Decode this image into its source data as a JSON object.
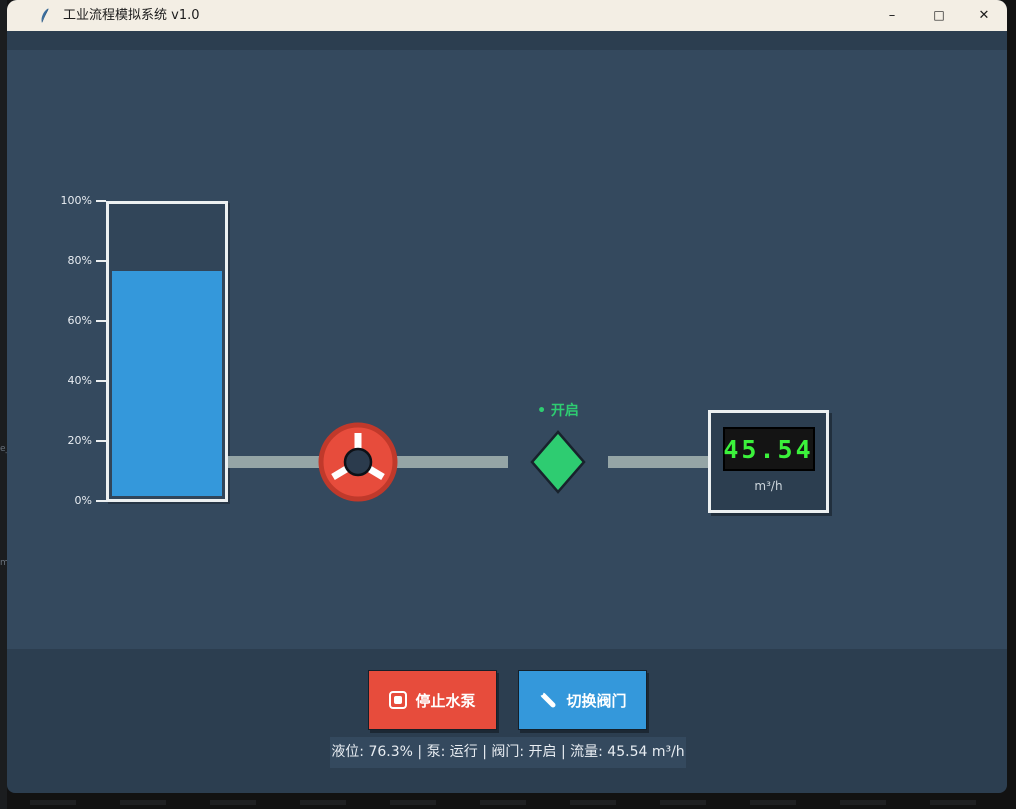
{
  "window": {
    "title": "工业流程模拟系统 v1.0",
    "controls": {
      "minimize": "–",
      "maximize": "□",
      "close": "✕"
    }
  },
  "tank": {
    "level_percent": 76.3,
    "scale_labels": [
      "100%",
      "80%",
      "60%",
      "40%",
      "20%",
      "0%"
    ]
  },
  "valve": {
    "status_label": "• 开启"
  },
  "flow_meter": {
    "value": "45.54",
    "unit": "m³/h"
  },
  "controls_panel": {
    "stop_pump_label": "停止水泵",
    "toggle_valve_label": "切换阀门"
  },
  "status_bar": {
    "text": "液位: 76.3% | 泵: 运行 | 阀门: 开启 | 流量: 45.54 m³/h"
  },
  "background": {
    "left_fragments": [
      "e_",
      "m"
    ]
  },
  "colors": {
    "canvas_bg": "#34495e",
    "panel_bg": "#2c3e50",
    "titlebar_bg": "#f3eee4",
    "liquid_blue": "#3498db",
    "pump_red": "#e74c3c",
    "pump_border": "#c0392b",
    "valve_green": "#2ecc71",
    "pipe_gray": "#95a5a6",
    "lcd_green": "#3bf23b",
    "button_red": "#e74c3c",
    "button_blue": "#3498db"
  }
}
